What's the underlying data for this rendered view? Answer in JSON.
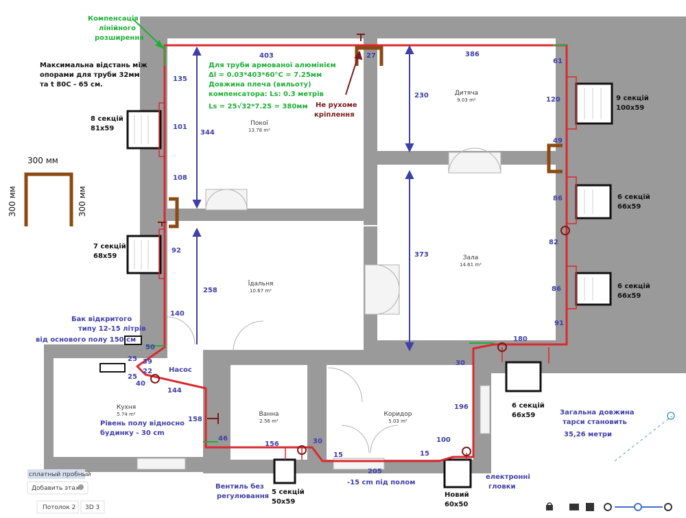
{
  "annotations": {
    "compensation": [
      "Компенсація",
      "лінійного",
      "розширення"
    ],
    "max_distance": [
      "Максимальна відстань між",
      "опорами для труби 32мм",
      "та t 80С - 65 см."
    ],
    "formula": [
      "Для труби армованої алюмінієм",
      "Δl = 0.03*403*60°С = 7.25мм",
      "Довжина плеча (вильоту)",
      "компенсатора: Ls: 0.3 метрів"
    ],
    "ls": "Ls = 25√32*7.25 = 380мм",
    "fixed": [
      "Не рухоме",
      "кріплення"
    ],
    "tank": [
      "Бак відкритого",
      "типу 12-15 літрів",
      "від основого полу 150 см"
    ],
    "pump": "Насос",
    "kitchen_floor": [
      "Рівень полу відносно",
      "будинку - 30 cm"
    ],
    "valve": [
      "Вентиль без",
      "регулювання"
    ],
    "under_floor": "-15 cm під полом",
    "electronic": [
      "електронні",
      "гловки"
    ],
    "total": [
      "Загальна довжина",
      "тарси становить",
      "35,26 метри"
    ],
    "comp_size_top": "300 мм",
    "comp_size_left": "300 мм",
    "comp_size_right": "300 мм"
  },
  "rooms": {
    "pokoi": {
      "name": "Покої",
      "area": "13.78 m²"
    },
    "dytiacha": {
      "name": "Дитяча",
      "area": "9.03 m²"
    },
    "zala": {
      "name": "Зала",
      "area": "14.61 m²"
    },
    "idalnia": {
      "name": "Їдальня",
      "area": "10.67 m²"
    },
    "kukhnia": {
      "name": "Кухня",
      "area": "5.74 m²"
    },
    "vanna": {
      "name": "Ванна",
      "area": "2.56 m²"
    },
    "korydor": {
      "name": "Коридор",
      "area": "5.03 m²"
    }
  },
  "radiators": {
    "r8": [
      "8 секцій",
      "81x59"
    ],
    "r7": [
      "7 секцій",
      "68x59"
    ],
    "r9": [
      "9 секцій",
      "100x59"
    ],
    "r6a": [
      "6 секцій",
      "66x59"
    ],
    "r6b": [
      "6 секцій",
      "66x59"
    ],
    "r6c": [
      "6 секцій",
      "66x59"
    ],
    "r5": [
      "5 секцій",
      "50x59"
    ],
    "rnew": [
      "Новий",
      "60x50"
    ]
  },
  "dims": {
    "d403": "403",
    "d386": "386",
    "d27": "27",
    "d135": "135",
    "d101": "101",
    "d108": "108",
    "d344": "344",
    "d230": "230",
    "d61": "61",
    "d120": "120",
    "d49": "49",
    "d86a": "86",
    "d82": "82",
    "d86b": "86",
    "d91": "91",
    "d373": "373",
    "d180": "180",
    "d30a": "30",
    "d196": "196",
    "d100": "100",
    "d15a": "15",
    "d15b": "15",
    "d205": "205",
    "d30b": "30",
    "d156": "156",
    "d46": "46",
    "d158": "158",
    "d144": "144",
    "d40": "40",
    "d25a": "25",
    "d22": "22",
    "d25b": "25",
    "d39": "39",
    "d50": "50",
    "d140": "140",
    "d92": "92",
    "d258": "258"
  },
  "toolbar": {
    "trial": "сплатный пробный",
    "add_floor": "Добавить этаж",
    "ceiling": "Потолок 2",
    "view3d": "3D 3"
  },
  "colors": {
    "wall": "#9a9a9a",
    "pipe": "#d8292e",
    "arrow": "#3f3fa8",
    "compensator": "#8b4a12",
    "note_green": "#1fae36",
    "note_dark": "#7a1a1a"
  }
}
